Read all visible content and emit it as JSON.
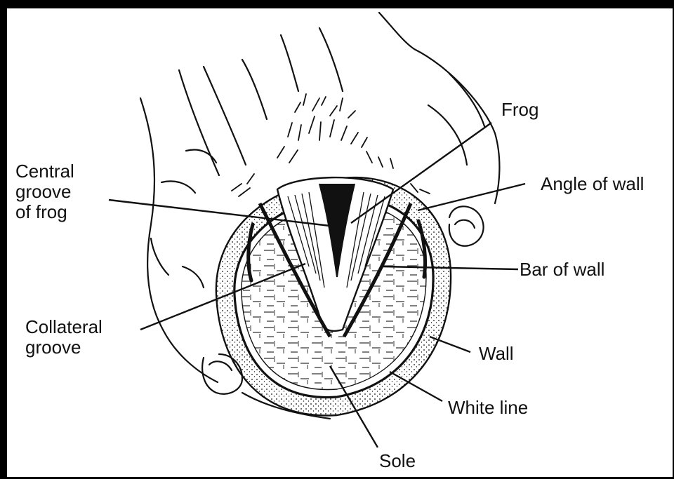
{
  "labels": {
    "frog": "Frog",
    "central_groove": "Central\ngroove\nof frog",
    "angle_of_wall": "Angle of wall",
    "bar_of_wall": "Bar of wall",
    "collateral_groove": "Collateral\ngroove",
    "wall": "Wall",
    "white_line": "White line",
    "sole": "Sole"
  },
  "colors": {
    "ink": "#111111",
    "border": "#000000",
    "paper": "#ffffff"
  }
}
